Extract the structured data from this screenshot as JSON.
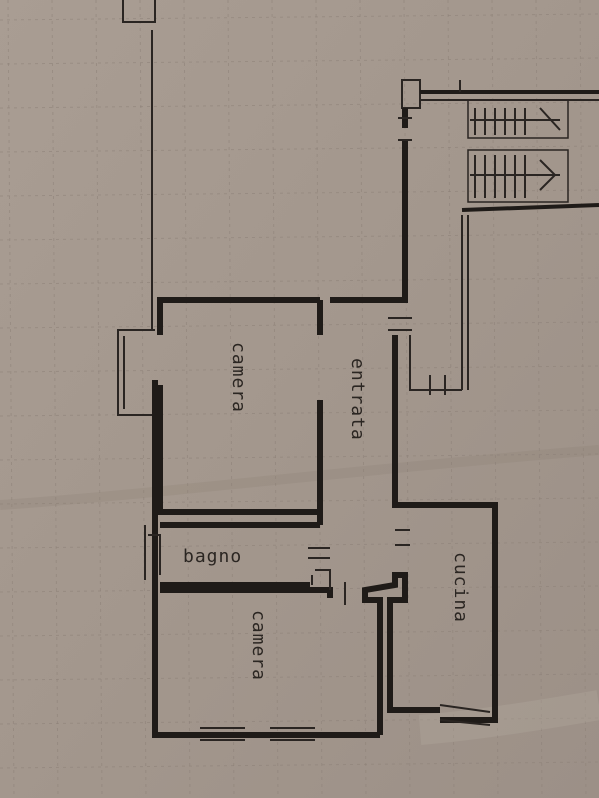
{
  "rooms": {
    "camera_top": "camera",
    "entrata": "entrata",
    "bagno": "bagno",
    "cucina": "cucina",
    "camera_bottom": "camera"
  },
  "colors": {
    "paper": "#a69a90",
    "ink": "#1f1b18",
    "grid": "#8d8178"
  }
}
